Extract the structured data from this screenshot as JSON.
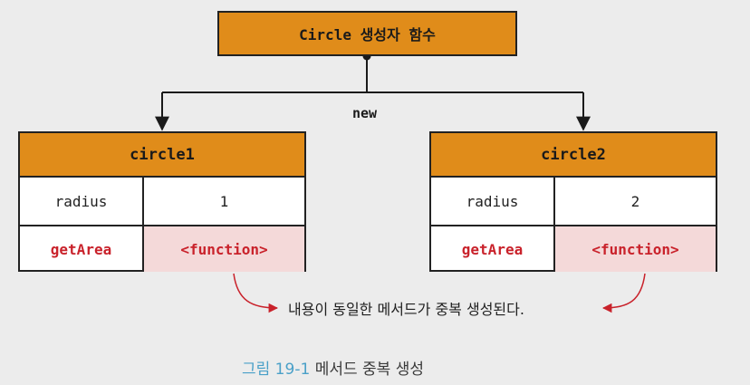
{
  "constructor_box": {
    "label": "Circle 생성자 함수"
  },
  "edge_label": "new",
  "objects": [
    {
      "title": "circle1",
      "rows": [
        {
          "key": "radius",
          "value": "1"
        },
        {
          "key": "getArea",
          "value": "<function>"
        }
      ]
    },
    {
      "title": "circle2",
      "rows": [
        {
          "key": "radius",
          "value": "2"
        },
        {
          "key": "getArea",
          "value": "<function>"
        }
      ]
    }
  ],
  "annotation": "내용이 동일한 메서드가 중복 생성된다.",
  "caption": {
    "number": "그림 19-1",
    "text": "메서드 중복 생성"
  },
  "colors": {
    "header_fill": "#e08c1a",
    "highlight_fill": "#f4d9d9",
    "highlight_text": "#c9222b",
    "caption_accent": "#4aa0c8"
  }
}
